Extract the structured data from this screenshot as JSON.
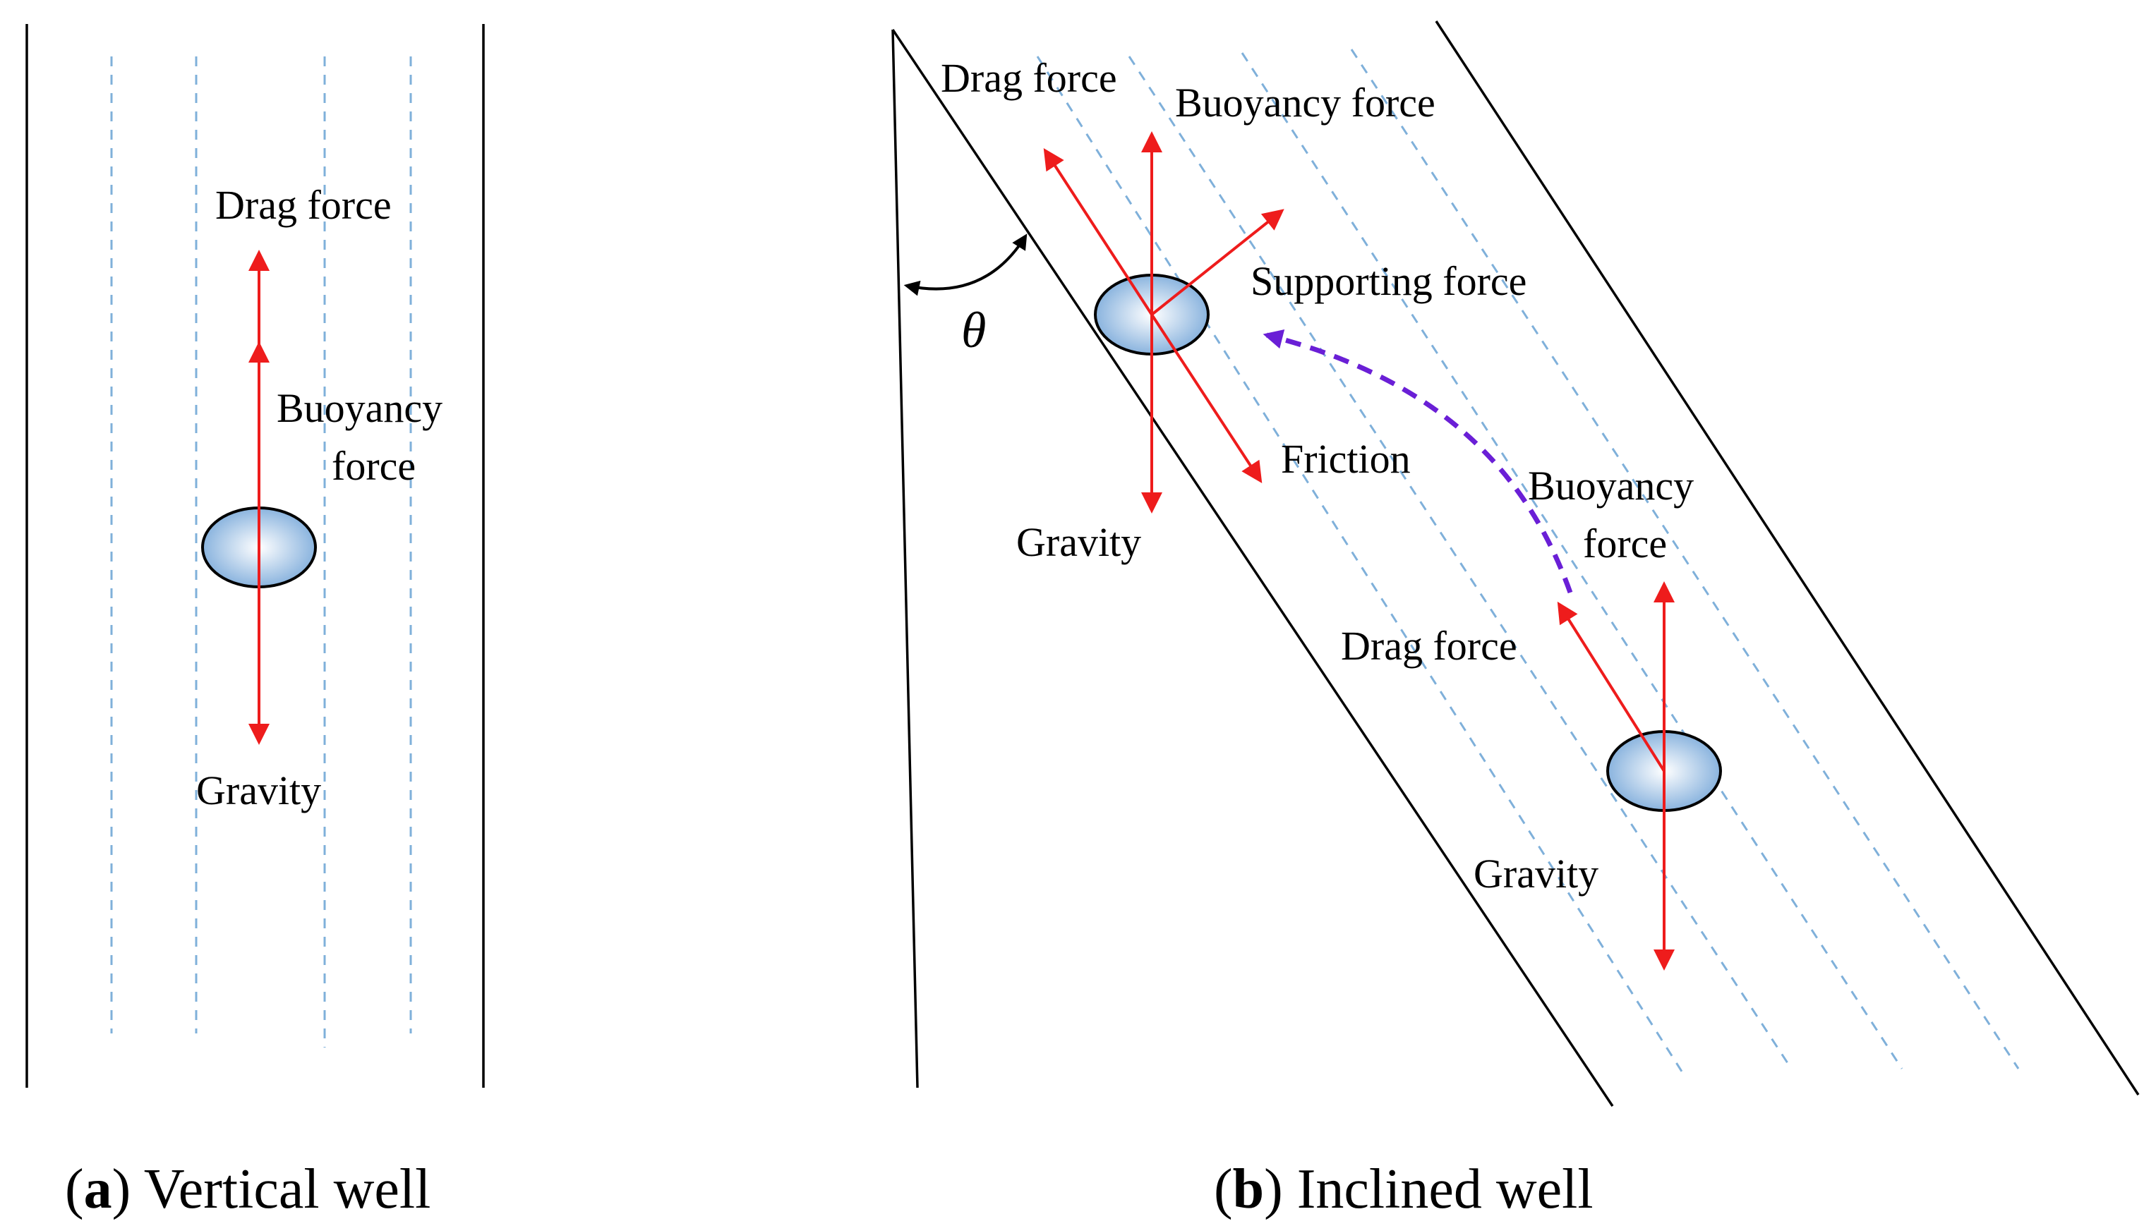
{
  "panel_a": {
    "labels": {
      "drag": "Drag force",
      "buoyancy_line1": "Buoyancy",
      "buoyancy_line2": "force",
      "gravity": "Gravity"
    },
    "caption": {
      "letter": "a",
      "text": "Vertical well"
    }
  },
  "panel_b": {
    "labels": {
      "drag_top": "Drag force",
      "buoyancy_top": "Buoyancy force",
      "supporting": "Supporting force",
      "friction": "Friction",
      "gravity_top": "Gravity",
      "buoyancy_low_line1": "Buoyancy",
      "buoyancy_low_line2": "force",
      "drag_low": "Drag force",
      "gravity_low": "Gravity",
      "angle": "θ"
    },
    "caption": {
      "letter": "b",
      "text": "Inclined well"
    }
  },
  "colors": {
    "force_arrow": "#ee1c1c",
    "flow_line": "#7fb0da",
    "particle_path": "#6a1fd6",
    "particle_fill": "#9cc3e6",
    "wall": "#000000"
  }
}
